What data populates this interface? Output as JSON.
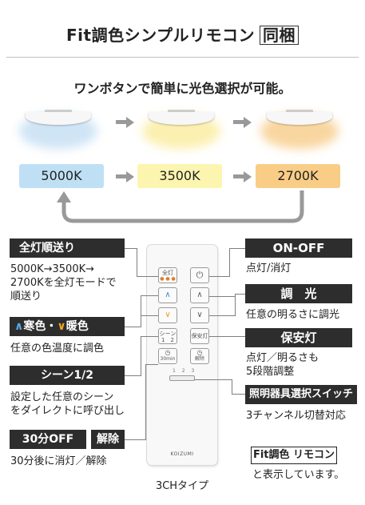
{
  "header": {
    "title": "Fit調色シンプルリモコン",
    "bundled_badge": "同梱",
    "subtitle": "ワンボタンで簡単に光色選択が可能。"
  },
  "lamps": [
    {
      "color_temp": "5000K",
      "glow_color": "#cfe4f5",
      "box_color": "#bfe0f4"
    },
    {
      "color_temp": "3500K",
      "glow_color": "#fbf3b8",
      "box_color": "#fcf5b0"
    },
    {
      "color_temp": "2700K",
      "glow_color": "#f9d9a2",
      "box_color": "#f9cd86"
    }
  ],
  "callouts": {
    "all_lights_order": {
      "label": "全灯順送り",
      "desc_line1": "5000K→3500K→",
      "desc_line2": "2700Kを全灯モードで",
      "desc_line3": "順送り"
    },
    "cool_warm": {
      "cool_icon": "∧",
      "cool": "寒色",
      "dot": "・",
      "warm_icon": "∨",
      "warm": "暖色",
      "desc": "任意の色温度に調色"
    },
    "scene": {
      "label": "シーン1/2",
      "desc_line1": "設定した任意のシーン",
      "desc_line2": "をダイレクトに呼び出し"
    },
    "timer": {
      "label": "30分OFF",
      "cancel": "解除",
      "desc": "30分後に消灯／解除"
    },
    "on_off": {
      "label": "ON-OFF",
      "desc": "点灯/消灯"
    },
    "dimming": {
      "label": "調　光",
      "desc": "任意の明るさに調光"
    },
    "security": {
      "label": "保安灯",
      "desc_line1": "点灯／明るさも",
      "desc_line2": "5段階調整"
    },
    "fixture_select": {
      "label": "照明器具選択スイッチ",
      "desc": "3チャンネル切替対応"
    },
    "fit_display": {
      "box": "Fit調色 リモコン",
      "desc": "と表示しています。"
    }
  },
  "remote": {
    "model": "3CHタイプ",
    "brand": "KOIZUMI",
    "buttons": {
      "all_on": "全灯",
      "power": "⏻",
      "up": "∧",
      "down": "∨",
      "scene": "シーン",
      "scene_12": "1　2",
      "security": "保安灯",
      "timer_30": "30min",
      "cancel": "解除",
      "channels": "1 2 3"
    }
  }
}
